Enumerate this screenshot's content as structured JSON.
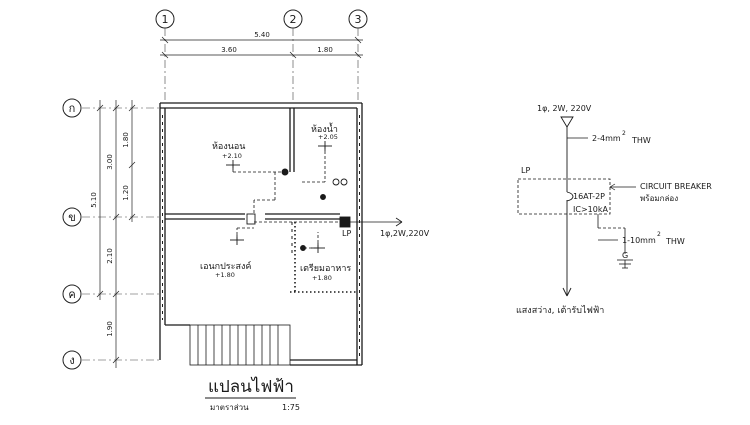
{
  "grid": {
    "columns": [
      "1",
      "2",
      "3"
    ],
    "rows": [
      "ก",
      "ข",
      "ค",
      "ง"
    ]
  },
  "dimensions": {
    "top_total": "5.40",
    "top_left": "3.60",
    "top_right": "1.80",
    "left_total": "5.10",
    "left_upper": "3.00",
    "left_lower": "2.10",
    "left_1_80": "1.80",
    "left_1_20": "1.20",
    "left_1_90": "1.90"
  },
  "rooms": {
    "bedroom": {
      "name": "ห้องนอน",
      "height": "+2.10"
    },
    "bathroom": {
      "name": "ห้องน้ำ",
      "height": "+2.05"
    },
    "multipurpose": {
      "name": "เอนกประสงค์",
      "height": "+1.80"
    },
    "kitchen": {
      "name": "เตรียมอาหาร",
      "height": "+1.80"
    }
  },
  "plan_labels": {
    "panel": "LP",
    "supply": "1φ,2W,220V"
  },
  "title": {
    "main": "แปลนไฟฟ้า",
    "scale_label": "มาตราส่วน",
    "scale_value": "1:75"
  },
  "schematic": {
    "supply": "1φ, 2W, 220V",
    "wire_top": "2-4mm",
    "wire_top_sup": "2",
    "wire_top_type": "THW",
    "panel": "LP",
    "breaker": "16AT-2P",
    "ic": "IC>10kA",
    "cb_label": "CIRCUIT BREAKER",
    "cb_note": "พร้อมกล่อง",
    "wire_ground": "1-10mm",
    "wire_ground_sup": "2",
    "wire_ground_type": "THW",
    "ground": "G",
    "load": "แสงสว่าง, เต้ารับไฟฟ้า"
  }
}
